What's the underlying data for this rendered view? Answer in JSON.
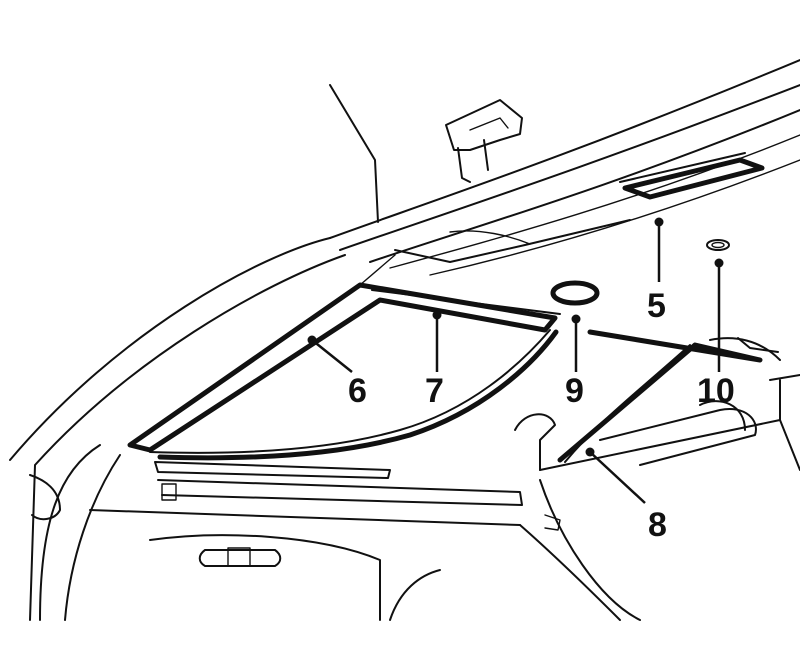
{
  "callouts": {
    "c5": "5",
    "c6": "6",
    "c7": "7",
    "c8": "8",
    "c9": "9",
    "c10": "10"
  },
  "colors": {
    "line": "#111111",
    "background": "#ffffff"
  }
}
